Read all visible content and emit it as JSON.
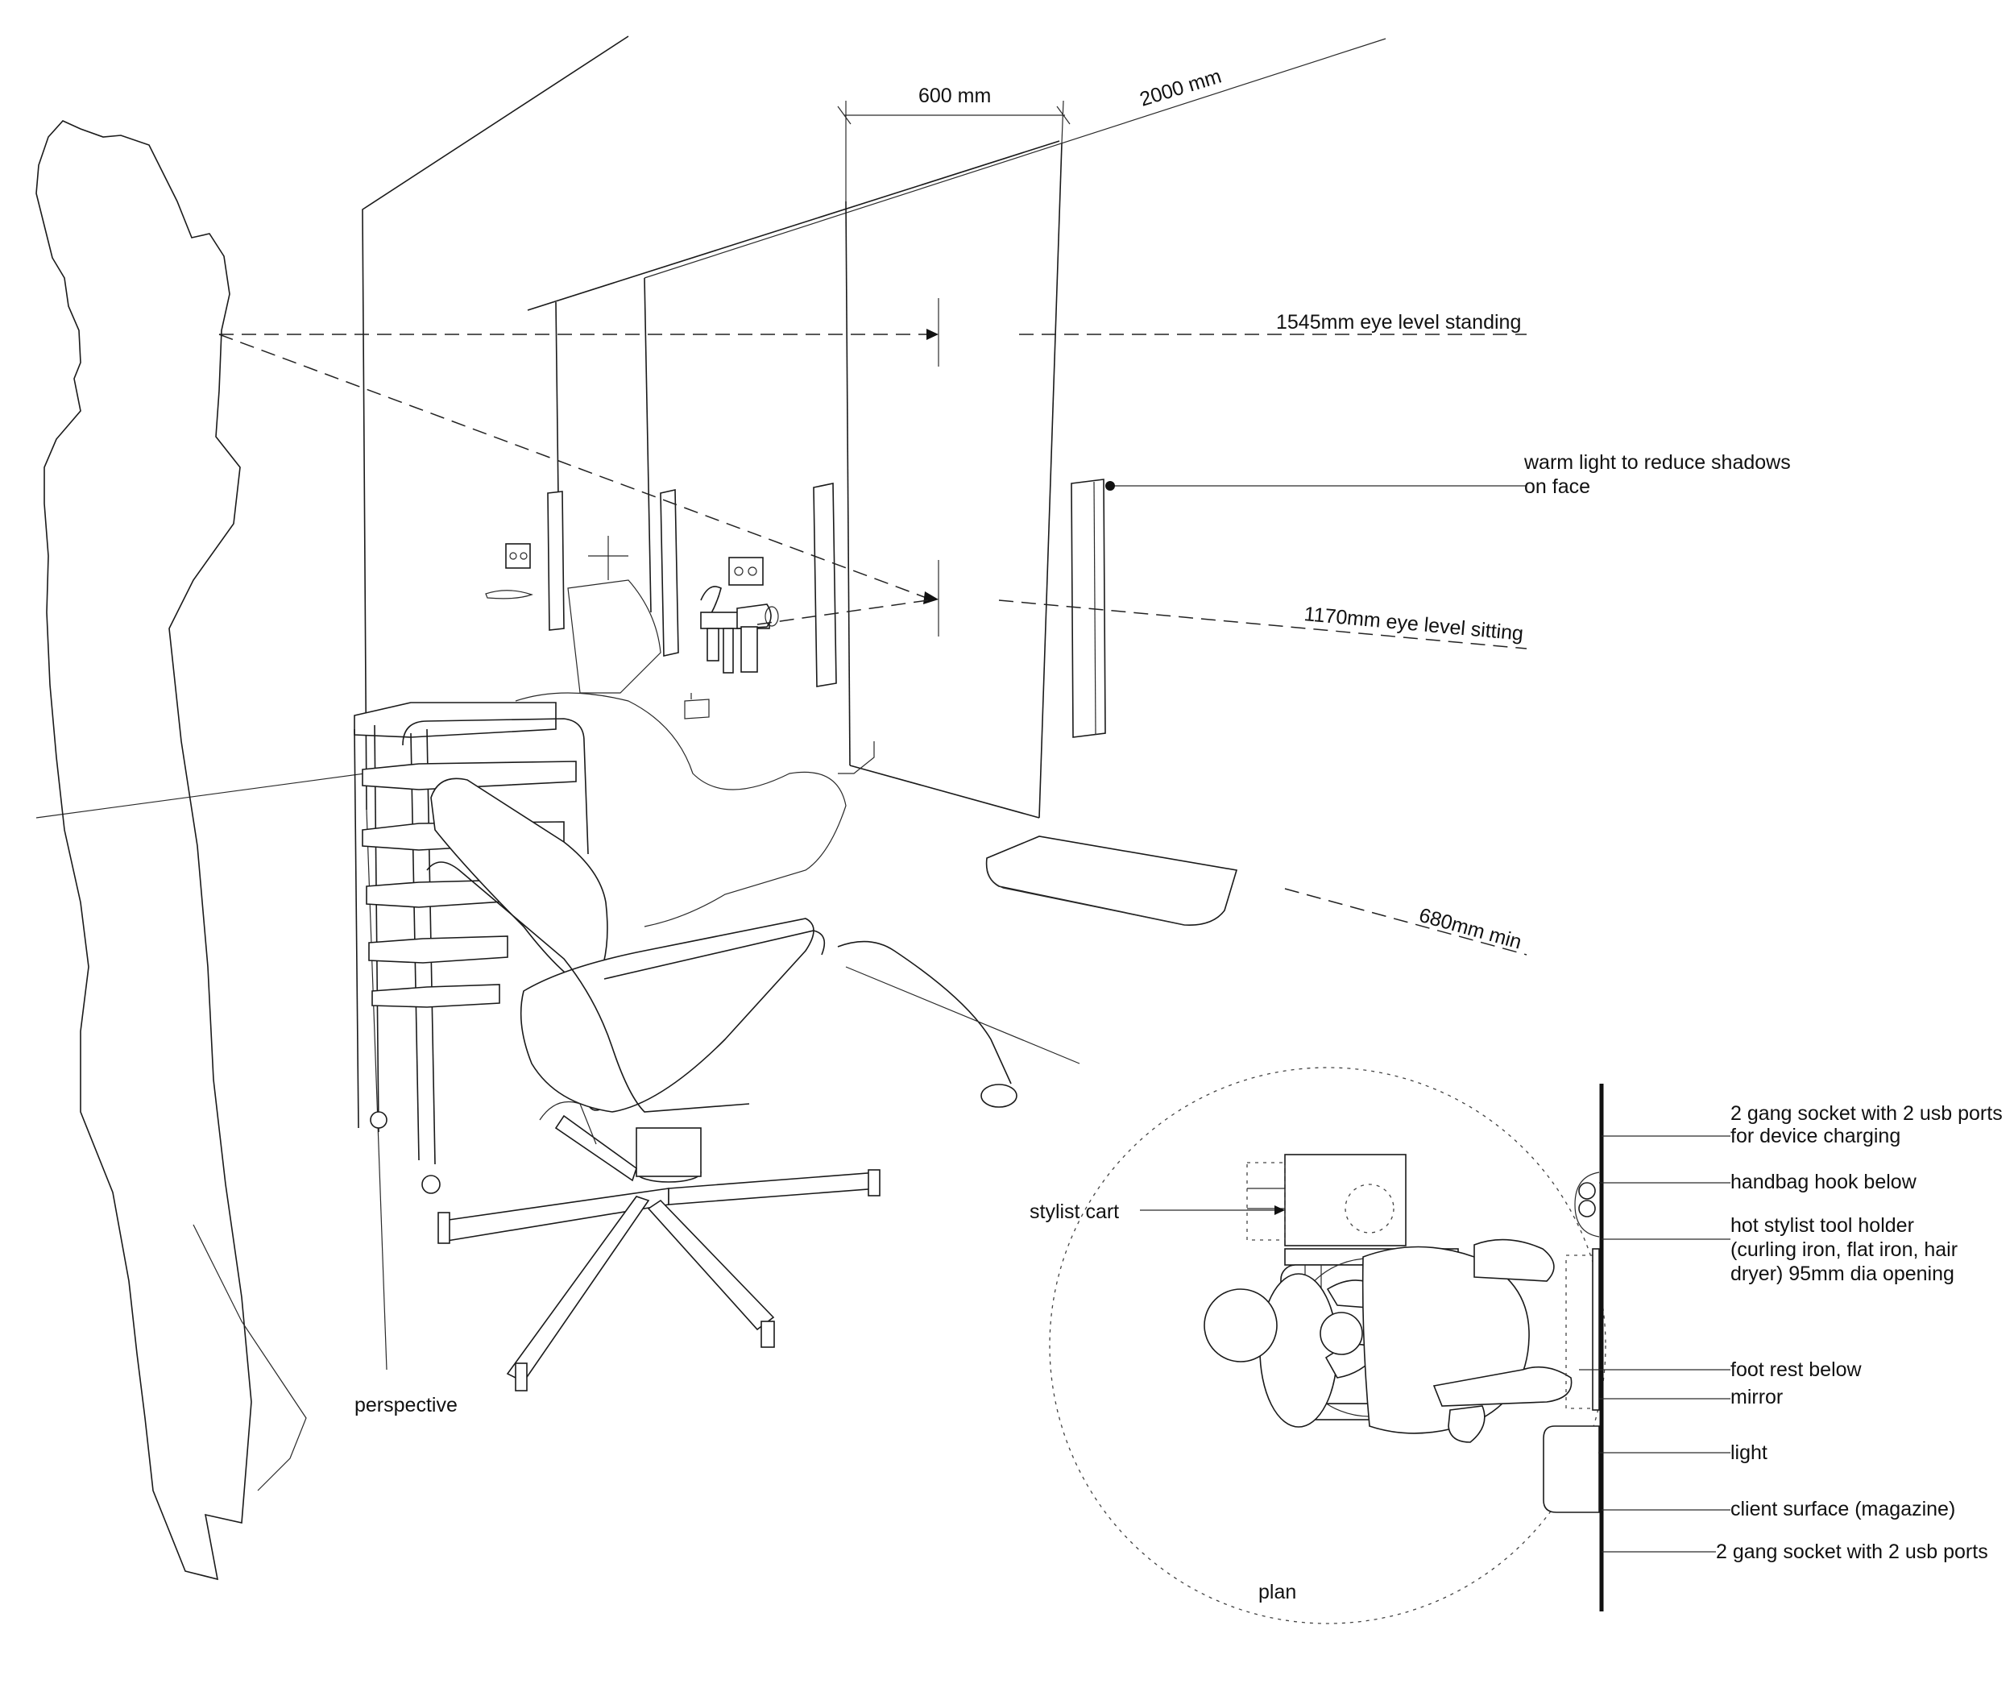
{
  "labels": {
    "dim_600": "600 mm",
    "dim_2000": "2000 mm",
    "eye_standing": "1545mm eye level standing",
    "warm_light_1": "warm light to reduce shadows",
    "warm_light_2": "on face",
    "eye_sitting": "1170mm eye level sitting",
    "depth_min": "680mm min",
    "perspective": "perspective",
    "stylist_cart": "stylist cart",
    "plan": "plan"
  },
  "plan_callouts": [
    "2 gang socket with 2 usb ports",
    "for device charging",
    "handbag hook below",
    "hot stylist tool holder",
    "(curling iron, flat iron, hair",
    "dryer) 95mm dia opening",
    "foot rest below",
    "mirror",
    "light",
    "client surface (magazine)",
    "2 gang socket with 2 usb ports"
  ]
}
